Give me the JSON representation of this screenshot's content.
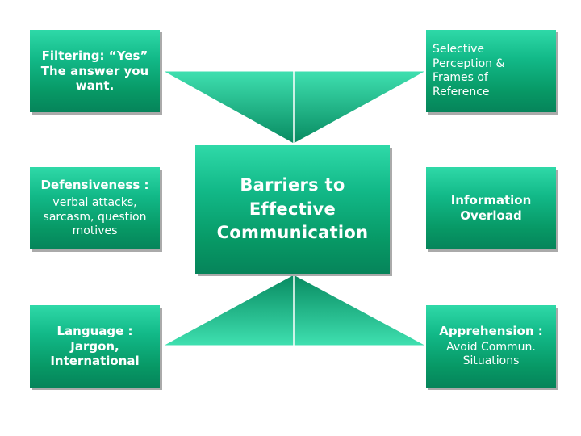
{
  "colors": {
    "box_light": "#2fd9a8",
    "box_dark": "#06845a",
    "triangle_light": "#3fe0b0",
    "triangle_dark": "#078a60",
    "text": "#ffffff"
  },
  "center": {
    "lines": [
      "Barriers to",
      "Effective",
      "Communication"
    ]
  },
  "boxes": {
    "filtering": {
      "line1": "Filtering: “Yes”",
      "line2": "The answer you",
      "line3": "want."
    },
    "selective": {
      "line1": "Selective",
      "line2": "Perception &",
      "line3": "Frames of",
      "line4": "Reference"
    },
    "defensiveness": {
      "heading": "Defensiveness :",
      "line1": "verbal attacks,",
      "line2": "sarcasm, question",
      "line3": "motives"
    },
    "information": {
      "line1": "Information",
      "line2": "Overload"
    },
    "language": {
      "line1": "Language :",
      "line2": "Jargon,",
      "line3": "International"
    },
    "apprehension": {
      "heading": "Apprehension :",
      "line1": "Avoid Commun.",
      "line2": "Situations"
    }
  }
}
